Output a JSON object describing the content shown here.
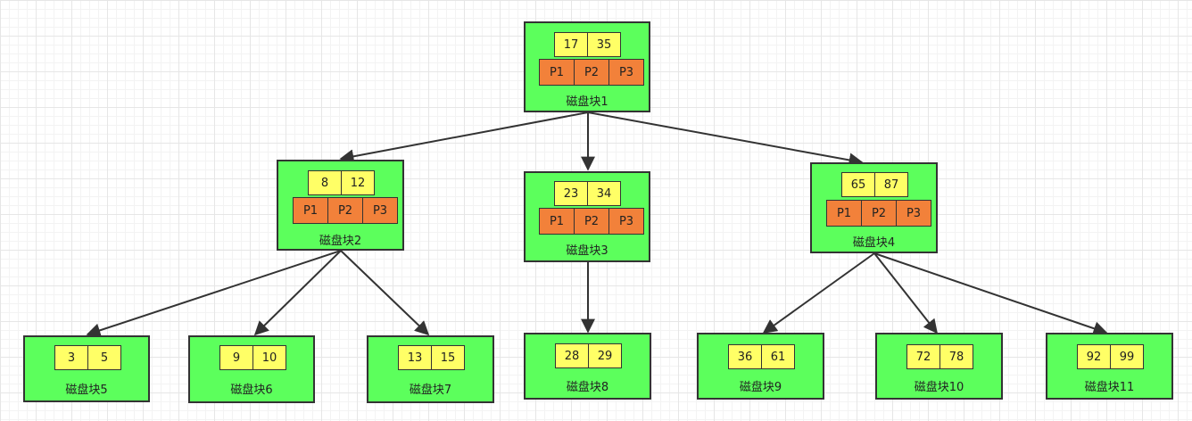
{
  "blocks": {
    "b1": {
      "keys": [
        "17",
        "35"
      ],
      "pointers": [
        "P1",
        "P2",
        "P3"
      ],
      "label": "磁盘块1"
    },
    "b2": {
      "keys": [
        "8",
        "12"
      ],
      "pointers": [
        "P1",
        "P2",
        "P3"
      ],
      "label": "磁盘块2"
    },
    "b3": {
      "keys": [
        "23",
        "34"
      ],
      "pointers": [
        "P1",
        "P2",
        "P3"
      ],
      "label": "磁盘块3"
    },
    "b4": {
      "keys": [
        "65",
        "87"
      ],
      "pointers": [
        "P1",
        "P2",
        "P3"
      ],
      "label": "磁盘块4"
    },
    "b5": {
      "keys": [
        "3",
        "5"
      ],
      "label": "磁盘块5"
    },
    "b6": {
      "keys": [
        "9",
        "10"
      ],
      "label": "磁盘块6"
    },
    "b7": {
      "keys": [
        "13",
        "15"
      ],
      "label": "磁盘块7"
    },
    "b8": {
      "keys": [
        "28",
        "29"
      ],
      "label": "磁盘块8"
    },
    "b9": {
      "keys": [
        "36",
        "61"
      ],
      "label": "磁盘块9"
    },
    "b10": {
      "keys": [
        "72",
        "78"
      ],
      "label": "磁盘块10"
    },
    "b11": {
      "keys": [
        "92",
        "99"
      ],
      "label": "磁盘块11"
    }
  },
  "colors": {
    "block_fill": "#5cff5c",
    "key_fill": "#ffff66",
    "pointer_fill": "#f2813a",
    "edge": "#333333"
  }
}
